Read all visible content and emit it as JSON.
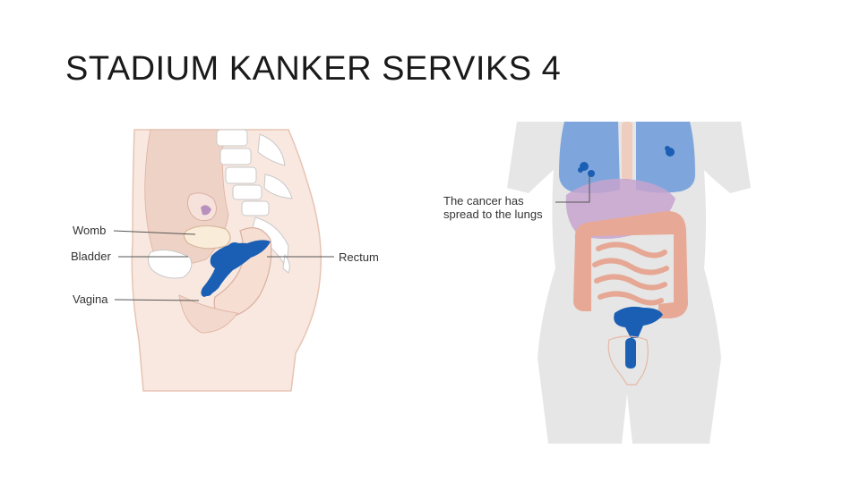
{
  "slide": {
    "title": "STADIUM KANKER SERVIKS 4"
  },
  "pelvis_diagram": {
    "labels": {
      "womb": "Womb",
      "bladder": "Bladder",
      "vagina": "Vagina",
      "rectum": "Rectum"
    }
  },
  "body_diagram": {
    "annotation_line1": "The cancer has",
    "annotation_line2": "spread to the lungs"
  },
  "colors": {
    "cancer": "#1a5fb4",
    "skin": "#f7e6de",
    "tissue": "#edd3c6",
    "body_silhouette": "#e6e6e6",
    "lungs": "#7fa6dc",
    "liver": "#c7a3cf",
    "intestine": "#e7a996"
  }
}
